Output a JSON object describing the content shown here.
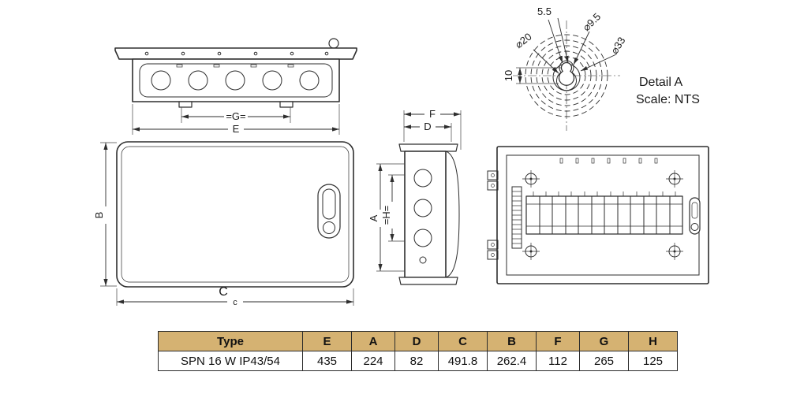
{
  "dims": {
    "top_g": "=G=",
    "top_e": "E",
    "front_b": "B",
    "front_c": "C",
    "front_c_small": "c",
    "side_f": "F",
    "side_d": "D",
    "side_a": "A",
    "side_h": "=H="
  },
  "detail": {
    "title": "Detail A",
    "scale": "Scale: NTS",
    "dim_width": "5.5",
    "dim_small_hole": "⌀9.5",
    "dim_big_hole": "⌀20",
    "dim_ring": "⌀33",
    "dim_offset": "10"
  },
  "table": {
    "headers": [
      "Type",
      "E",
      "A",
      "D",
      "C",
      "B",
      "F",
      "G",
      "H"
    ],
    "values": [
      "SPN 16 W IP43/54",
      "435",
      "224",
      "82",
      "491.8",
      "262.4",
      "112",
      "265",
      "125"
    ]
  },
  "colors": {
    "line": "#2e2e2e",
    "table_header_bg": "#d5b272"
  }
}
